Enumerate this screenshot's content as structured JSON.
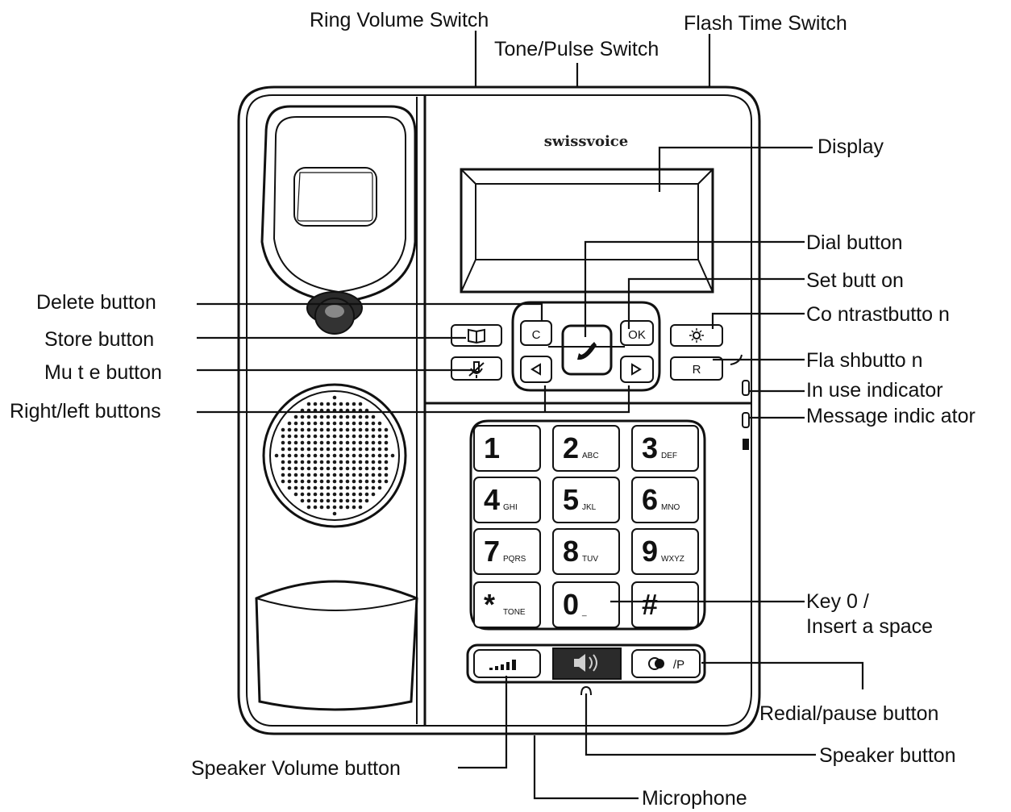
{
  "brand": "swissvoice",
  "labels": {
    "ring_volume_switch": "Ring Volume Switch",
    "tone_pulse_switch": "Tone/Pulse Switch",
    "flash_time_switch": "Flash Time Switch",
    "display": "Display",
    "dial_button": "Dial button",
    "set_button": "Set butt on",
    "contrast_button": "Co ntrastbutto n",
    "flash_button": "Fla shbutto n",
    "in_use_indicator": "In use indicator",
    "message_indicator": "Message indic ator",
    "key0_line1": "Key 0 /",
    "key0_line2": "Insert a space",
    "redial_pause_button": "Redial/pause button",
    "speaker_button": "Speaker button",
    "microphone": "Microphone",
    "speaker_volume_button": "Speaker Volume button",
    "delete_button": "Delete button",
    "store_button": "Store button",
    "mute_button": "Mu t e button",
    "right_left_buttons": "Right/left buttons"
  },
  "nav_buttons": {
    "delete": "C",
    "set": "OK",
    "flash": "R"
  },
  "bottom_buttons": {
    "redial": "/P"
  },
  "keypad": [
    {
      "main": "1",
      "sub": ""
    },
    {
      "main": "2",
      "sub": "ABC"
    },
    {
      "main": "3",
      "sub": "DEF"
    },
    {
      "main": "4",
      "sub": "GHI"
    },
    {
      "main": "5",
      "sub": "JKL"
    },
    {
      "main": "6",
      "sub": "MNO"
    },
    {
      "main": "7",
      "sub": "PQRS"
    },
    {
      "main": "8",
      "sub": "TUV"
    },
    {
      "main": "9",
      "sub": "WXYZ"
    },
    {
      "main": "*",
      "sub": "TONE"
    },
    {
      "main": "0",
      "sub": "_"
    },
    {
      "main": "#",
      "sub": ""
    }
  ]
}
